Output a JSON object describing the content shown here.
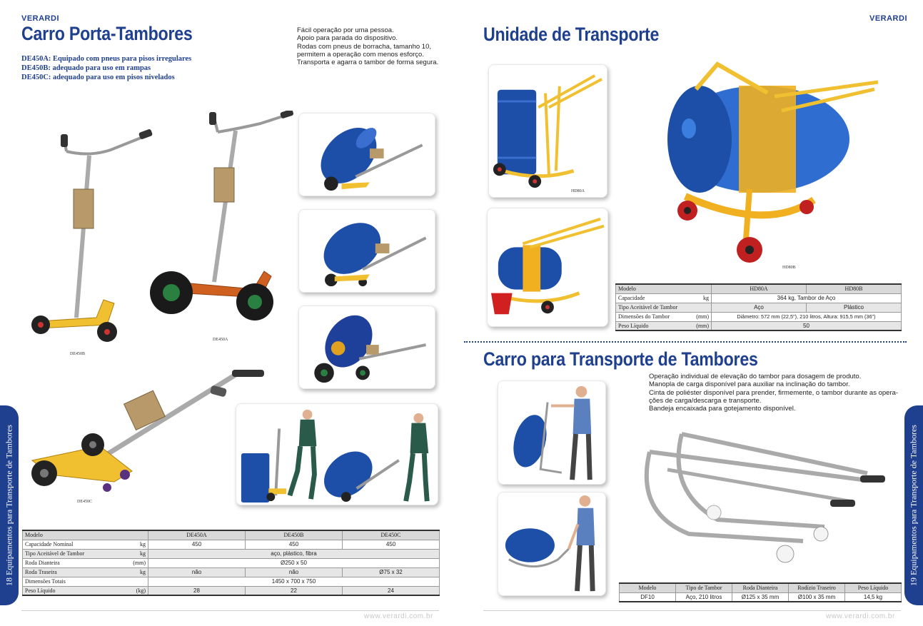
{
  "brand": "VERARDI",
  "left": {
    "title": "Carro Porta-Tambores",
    "variants": [
      "DE450A: Equipado com pneus para pisos irregulares",
      "DE450B: adequado para uso em rampas",
      "DE450C: adequado para uso em pisos nivelados"
    ],
    "desc": [
      "Fácil operação por uma pessoa.",
      "Apoio para parada do dispositivo.",
      "Rodas com pneus de borracha, tamanho 10,",
      "permitem a operação com menos esforço.",
      "Transporta e agarra o tambor de forma segura."
    ],
    "captions": {
      "b": "DE450B",
      "a": "DE450A",
      "c": "DE450C"
    },
    "table": {
      "headers": [
        "Modelo",
        "DE450A",
        "DE450B",
        "DE450C"
      ],
      "rows": [
        {
          "label": "Capacidade Nominal",
          "unit": "kg",
          "vals": [
            "450",
            "450",
            "450"
          ]
        },
        {
          "label": "Tipo Aceitável de Tambor",
          "unit": "kg",
          "span": "aço, plástico, fibra"
        },
        {
          "label": "Roda Dianteira",
          "unit": "(mm)",
          "span": "Ø250 x 50"
        },
        {
          "label": "Roda Traseira",
          "unit": "kg",
          "vals": [
            "não",
            "não",
            "Ø75 x 32"
          ]
        },
        {
          "label": "Dimensões Totais",
          "unit": "",
          "span": "1450 x 700 x 750"
        },
        {
          "label": "Peso Líquido",
          "unit": "(kg)",
          "vals": [
            "28",
            "22",
            "24"
          ]
        }
      ]
    },
    "tab": "18   Equipamentos para Transporte de Tambores",
    "url": "www.verardi.com.br"
  },
  "right": {
    "title1": "Unidade de Transporte",
    "captions": {
      "hd80a": "HD80A",
      "hd80b": "HD80B"
    },
    "table1": {
      "headers": [
        "Modelo",
        "HD80A",
        "HD80B"
      ],
      "rows": [
        {
          "label": "Capacidade",
          "unit": "kg",
          "span": "364 kg, Tambor de Aço"
        },
        {
          "label": "Tipo Aceitável de Tambor",
          "unit": "",
          "vals": [
            "Aço",
            "Plástico"
          ]
        },
        {
          "label": "Dimensões do Tambor",
          "unit": "(mm)",
          "span": "Diâmetro: 572 mm (22,5\"), 210 litros, Altura: 915,5 mm (36\")"
        },
        {
          "label": "Peso Líquido",
          "unit": "(mm)",
          "span": "50"
        }
      ]
    },
    "title2": "Carro para Transporte de Tambores",
    "desc2": [
      "Operação individual de elevação do tambor para dosagem de produto.",
      "Manopla de carga disponível para auxiliar na inclinação do tambor.",
      "Cinta de poliéster disponível para prender, firmemente, o tambor durante as opera-",
      "ções de carga/descarga e transporte.",
      "Bandeja encaixada para gotejamento disponível."
    ],
    "table2": {
      "headers": [
        "Modelo",
        "Tipo de Tambor",
        "Roda Dianteira",
        "Rodízio Traseiro",
        "Peso Líquido"
      ],
      "row": [
        "DF10",
        "Aço, 210 litros",
        "Ø125 x 35 mm",
        "Ø100 x 35 mm",
        "14,5 kg"
      ]
    },
    "tab": "19   Equipamentos para Transporte de Tambores",
    "url": "www.verardi.com.br"
  }
}
